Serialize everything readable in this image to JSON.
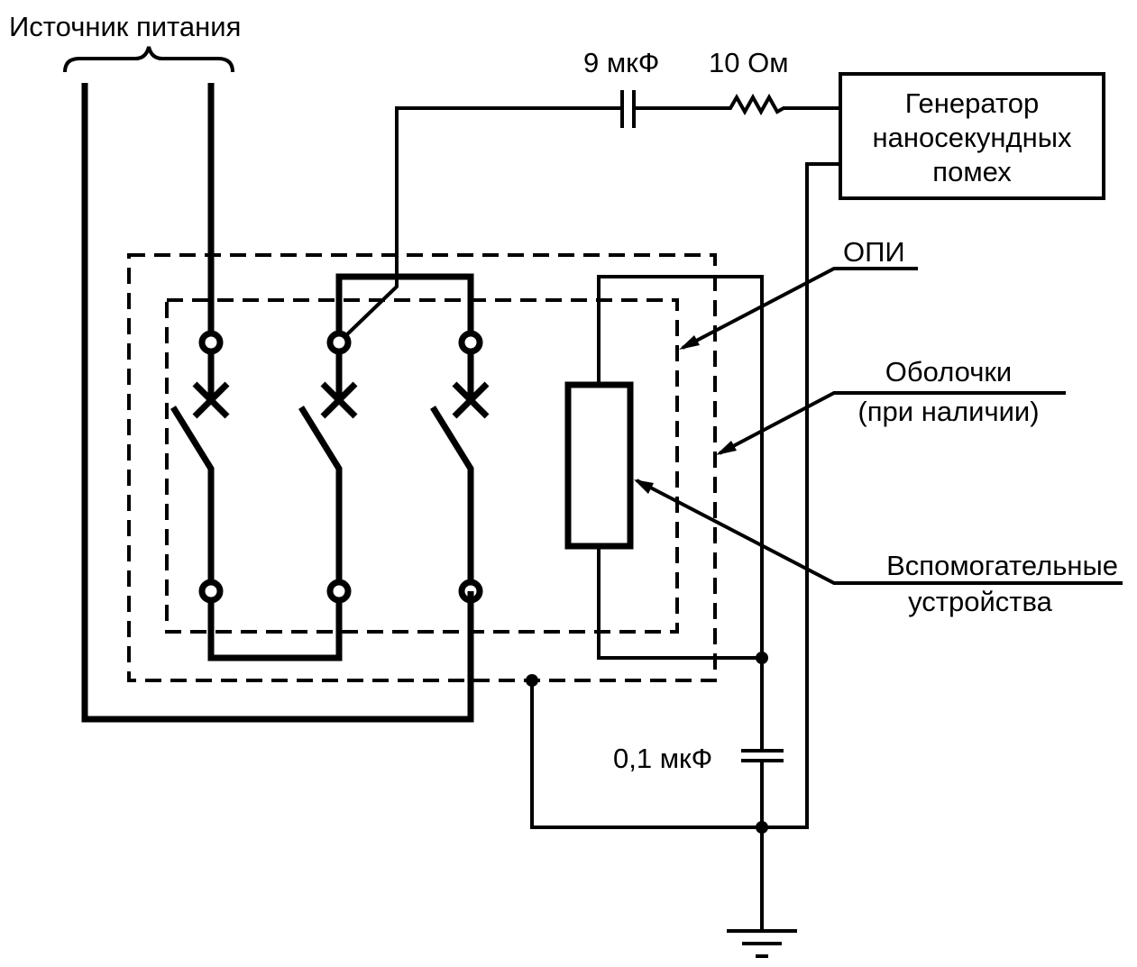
{
  "labels": {
    "power_source": "Источник питания",
    "capacitor_top": "9 мкФ",
    "resistor": "10 Ом",
    "generator_line1": "Генератор",
    "generator_line2": "наносекундных",
    "generator_line3": "помех",
    "opi": "ОПИ",
    "enclosure_line1": "Оболочки",
    "enclosure_line2": "(при наличии)",
    "aux_line1": "Вспомогательные",
    "aux_line2": "устройства",
    "capacitor_bottom": "0,1 мкФ"
  },
  "colors": {
    "ink": "#000000",
    "background": "#ffffff"
  }
}
